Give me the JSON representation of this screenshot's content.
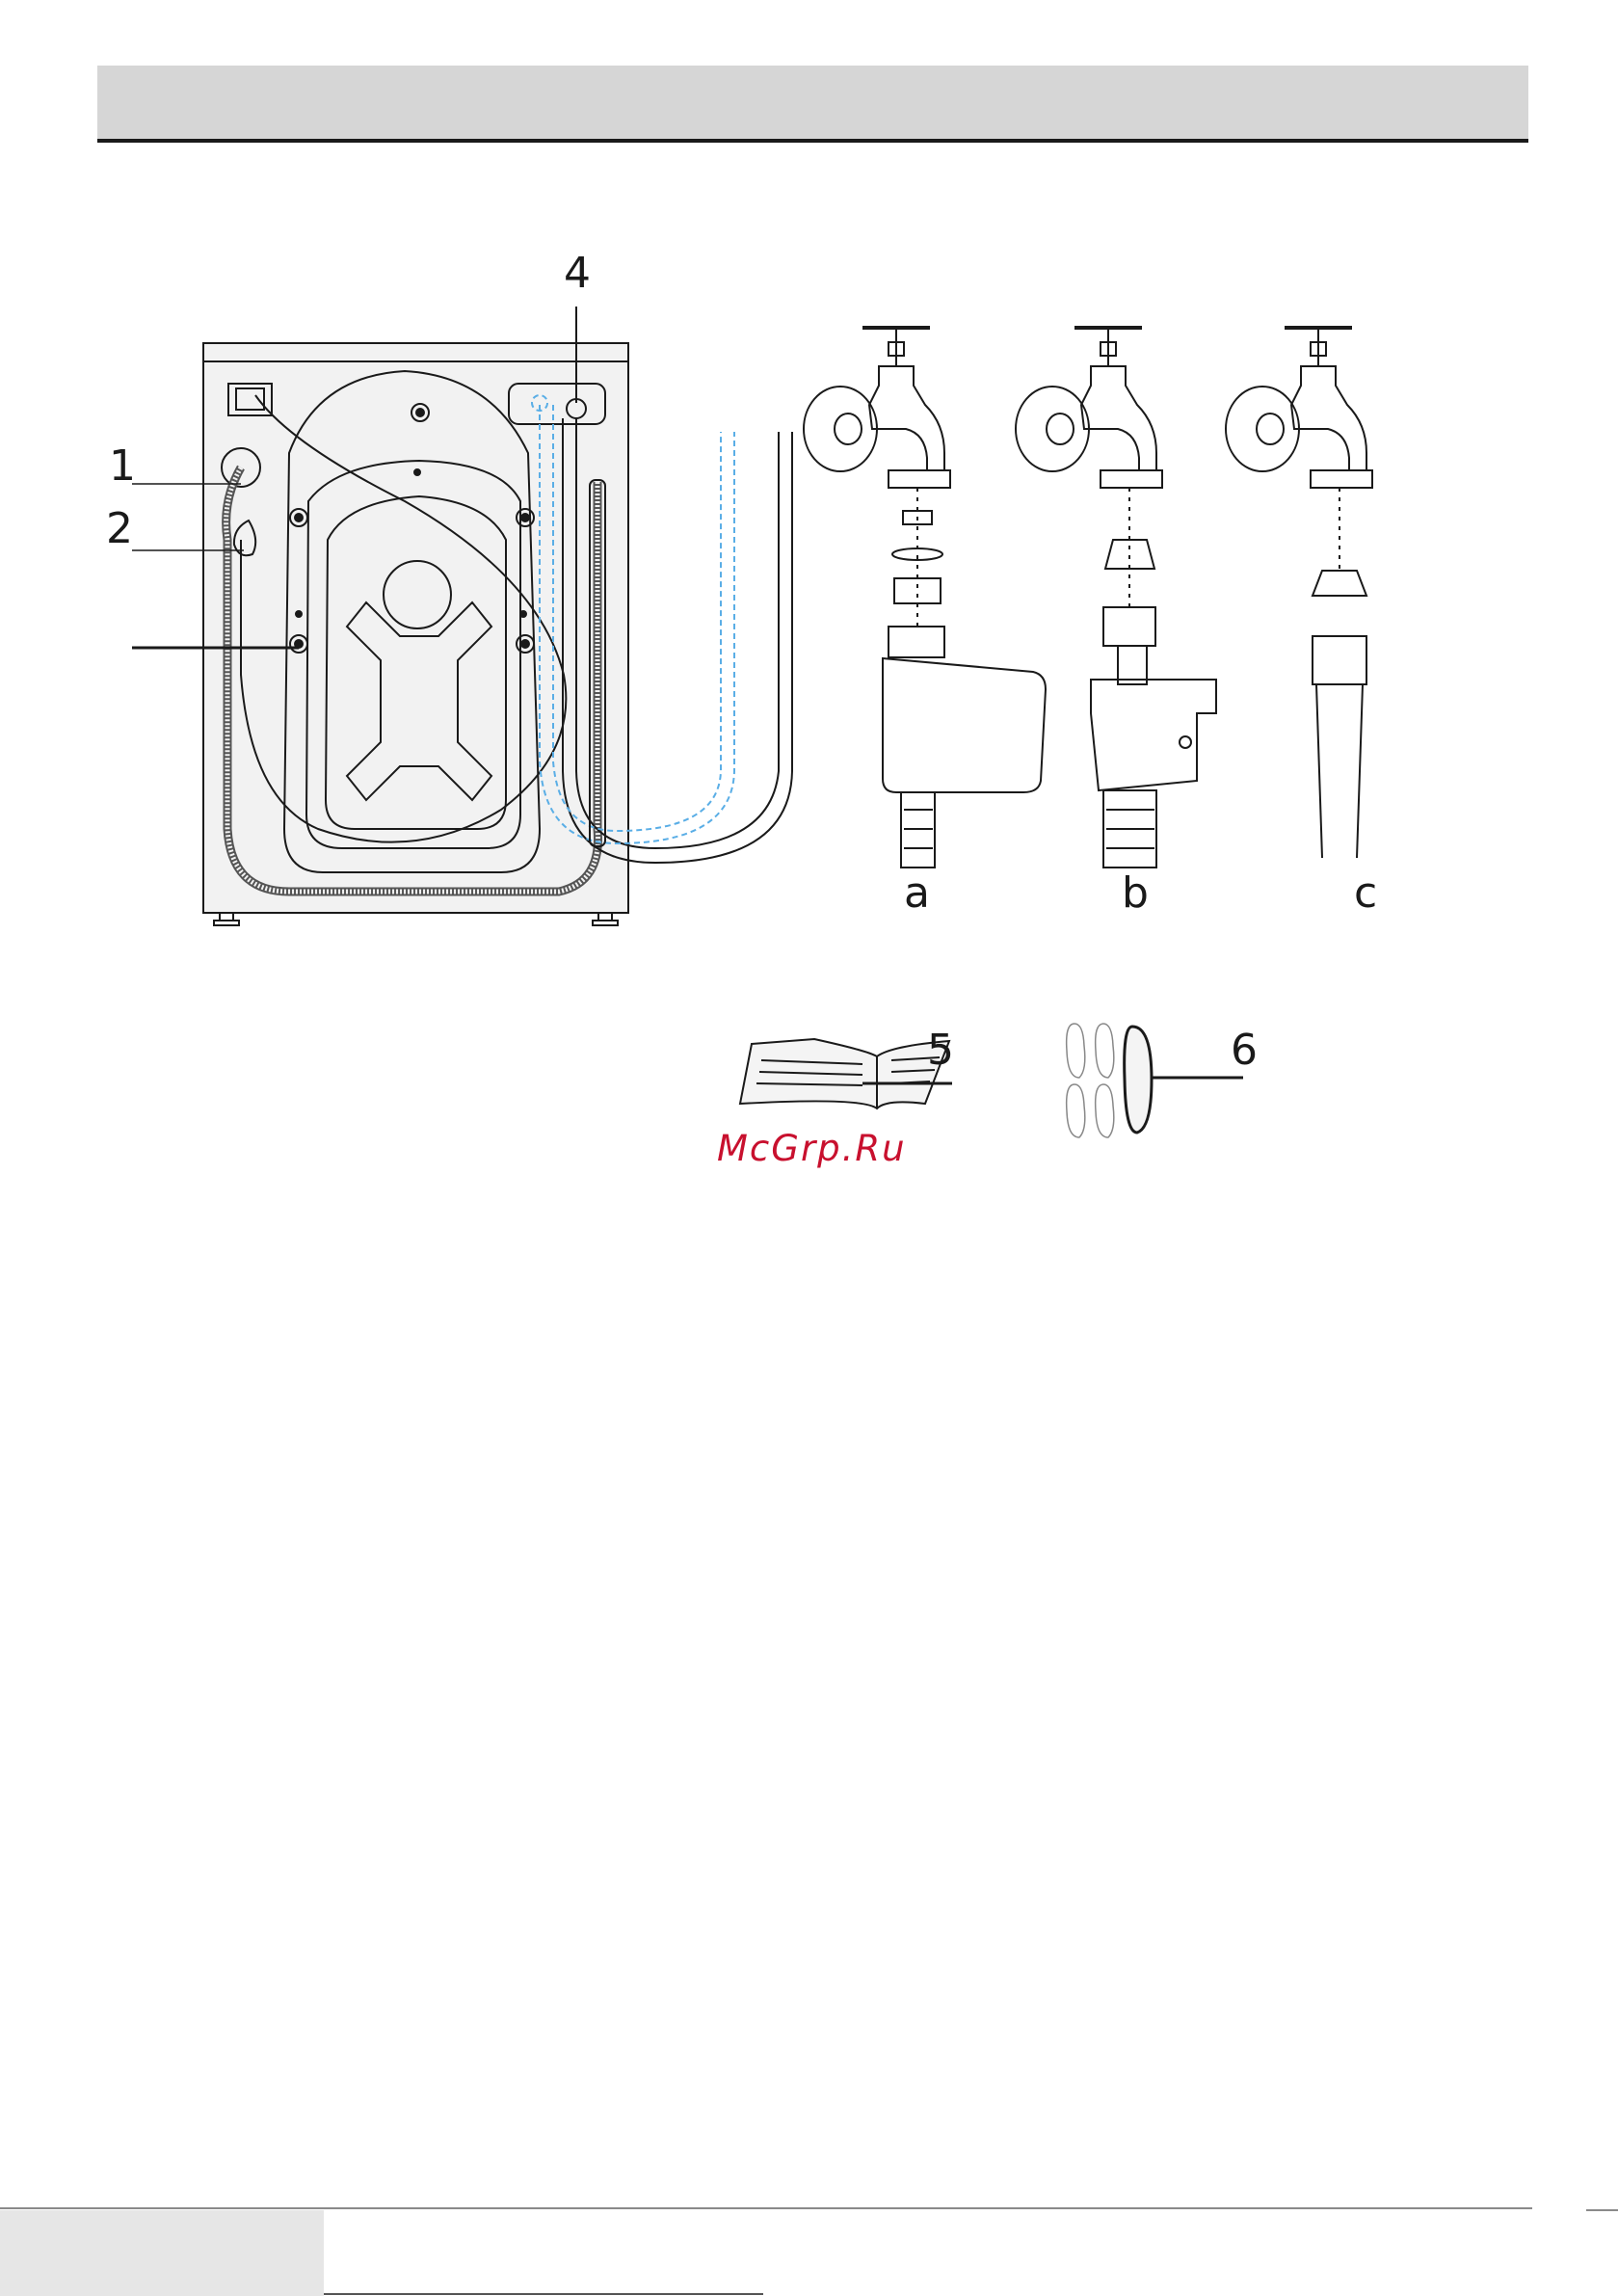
{
  "header": {
    "title": ""
  },
  "figure": {
    "callouts": {
      "c1": "1",
      "c2": "2",
      "c4": "4",
      "ca": "a",
      "cb": "b",
      "cc": "c",
      "c5": "5",
      "c6": "6"
    }
  },
  "watermark": "McGrp.Ru",
  "colors": {
    "line": "#1a1a1a",
    "dashed_hose": "#5aaee6",
    "watermark": "#c8102e",
    "header": "#d6d6d6"
  }
}
